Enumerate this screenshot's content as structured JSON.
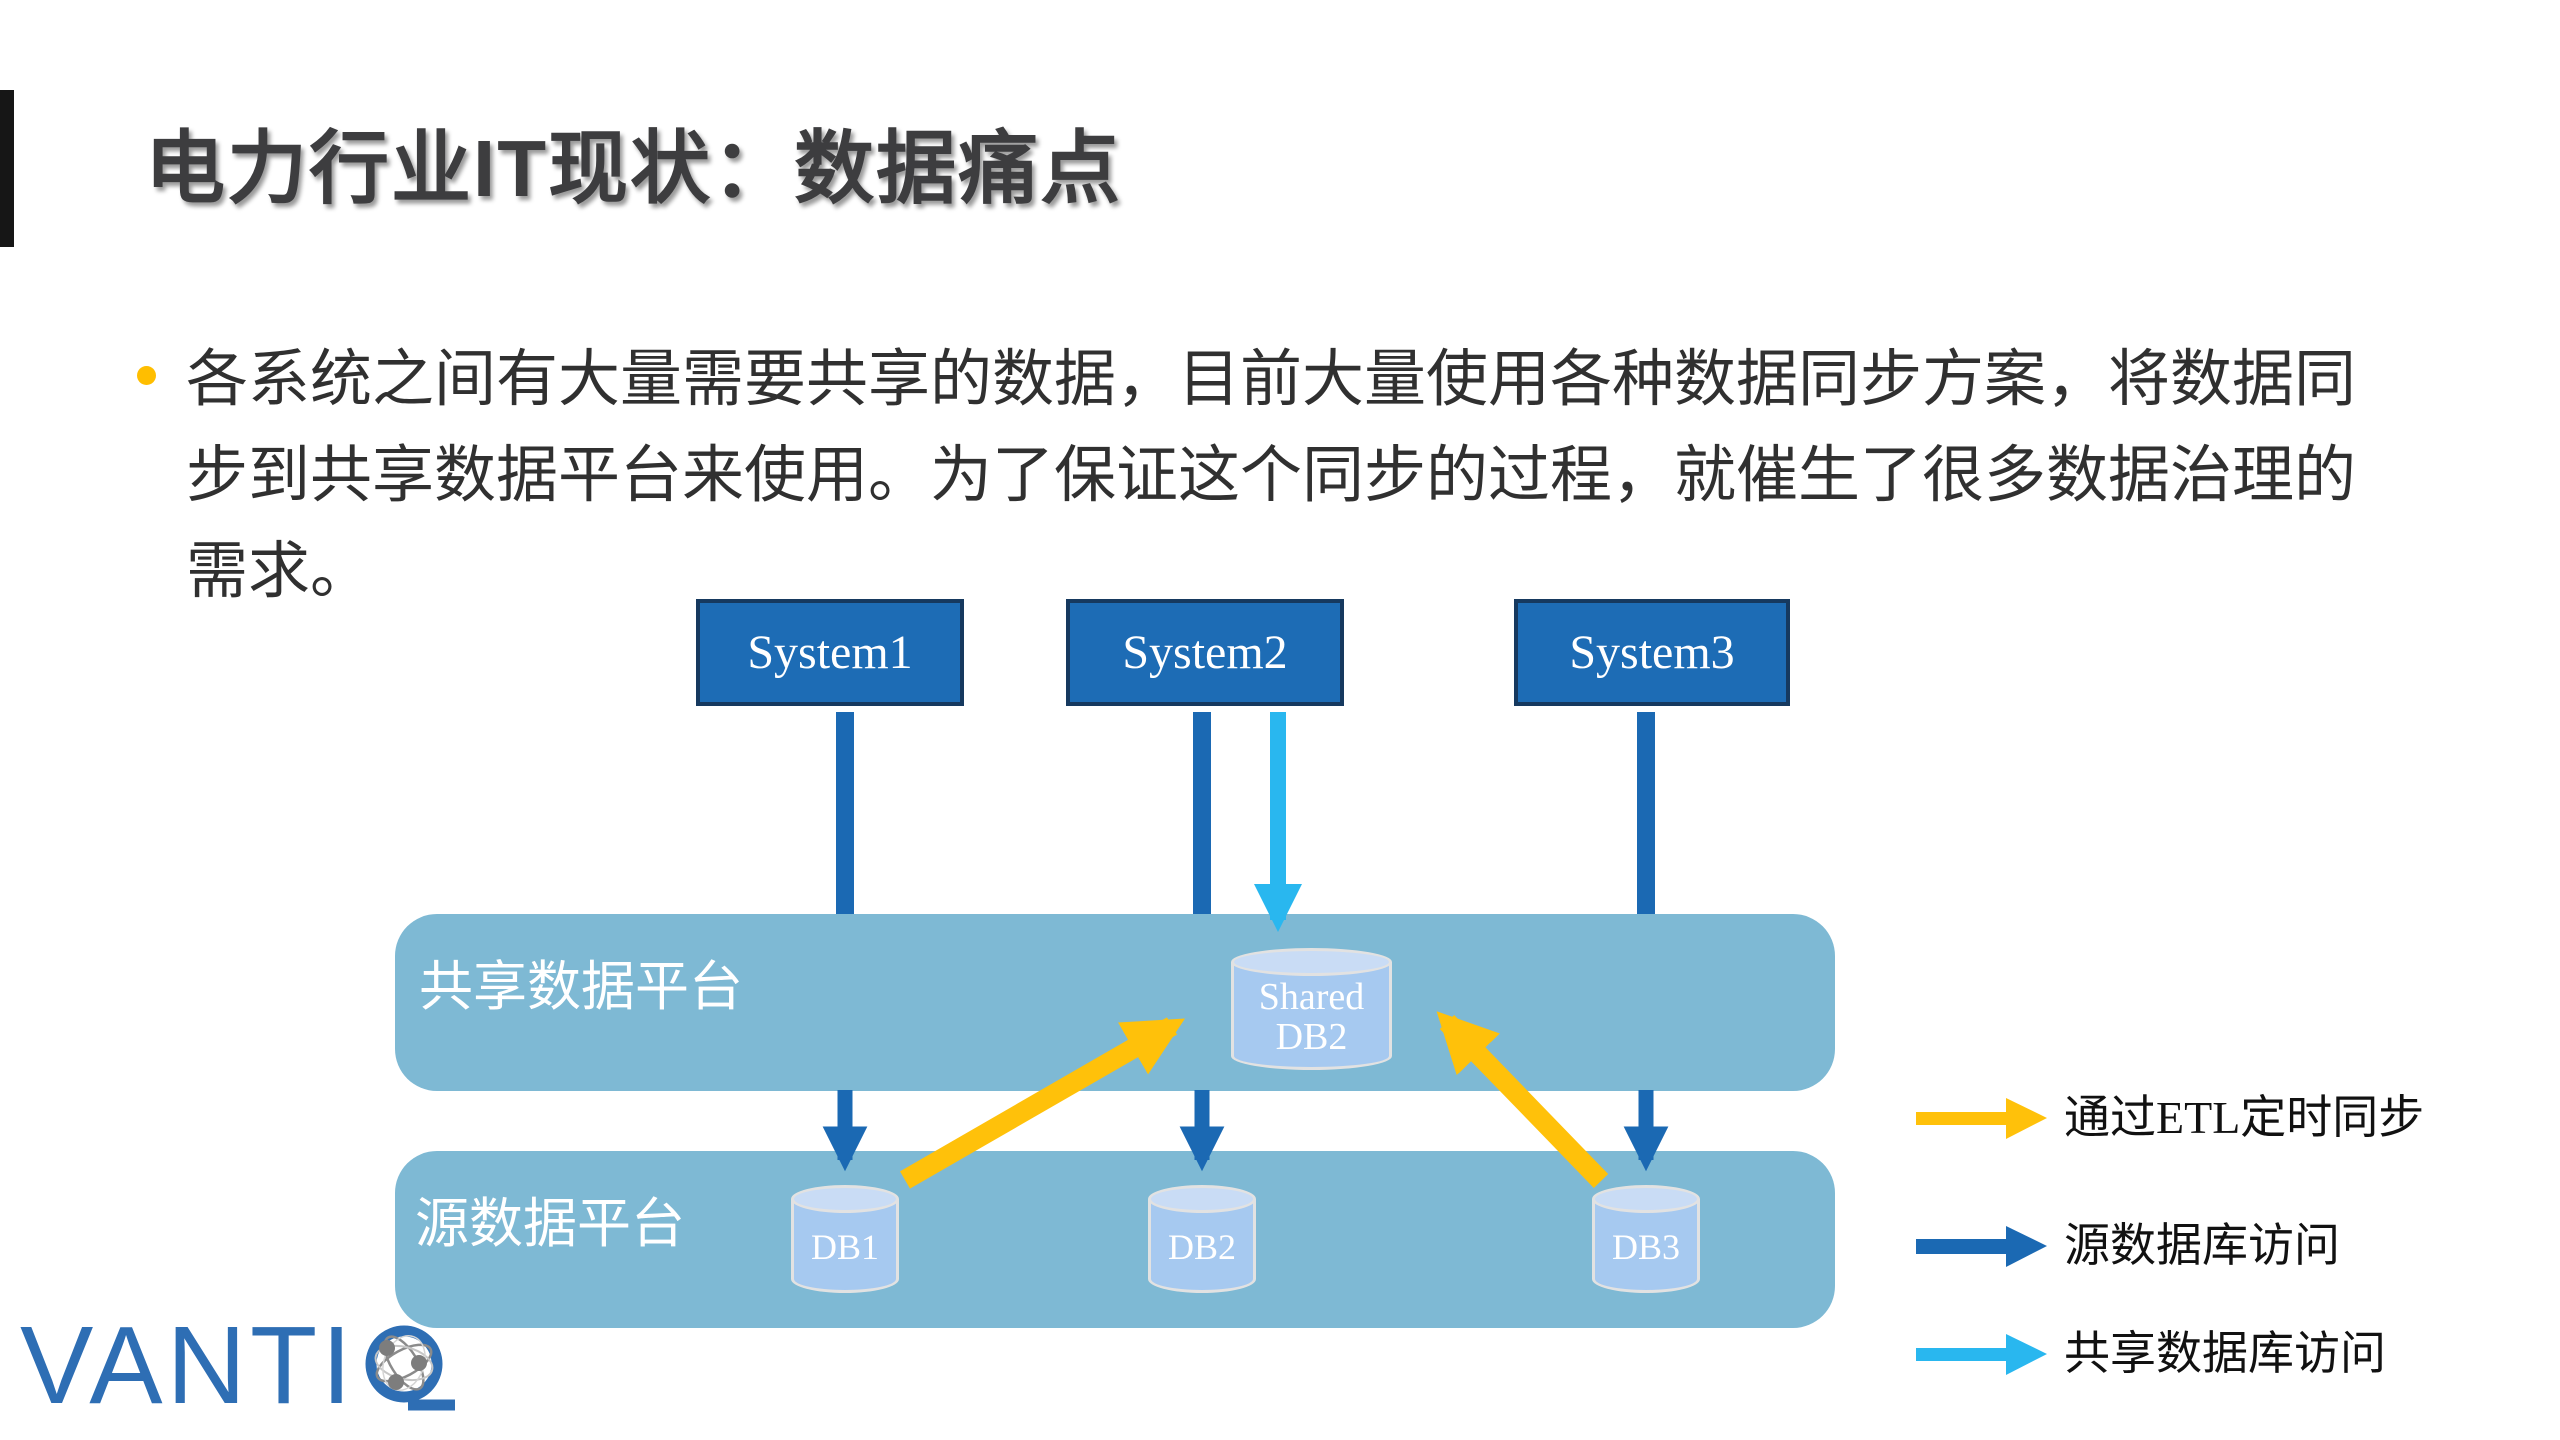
{
  "header": {
    "title": "电力行业IT现状：数据痛点"
  },
  "bullet": {
    "lines": [
      "各系统之间有大量需要共享的数据，目前大量使用各种数据同步方案，将数据同",
      "步到共享数据平台来使用。为了保证这个同步的过程，就催生了很多数据治理的",
      "需求。"
    ]
  },
  "diagram": {
    "systems": [
      {
        "label": "System1"
      },
      {
        "label": "System2"
      },
      {
        "label": "System3"
      }
    ],
    "shared_platform": {
      "label": "共享数据平台",
      "db_line1": "Shared",
      "db_line2": "DB2"
    },
    "source_platform": {
      "label": "源数据平台",
      "dbs": [
        {
          "label": "DB1"
        },
        {
          "label": "DB2"
        },
        {
          "label": "DB3"
        }
      ]
    }
  },
  "legend": {
    "items": [
      {
        "label": "通过ETL定时同步",
        "color": "#FFC10A"
      },
      {
        "label": "源数据库访问",
        "color": "#1B69B3"
      },
      {
        "label": "共享数据库访问",
        "color": "#29B7EF"
      }
    ]
  },
  "logo": {
    "text": "VANTI"
  },
  "colors": {
    "title_text": "#3D3D3F",
    "bullet_dot": "#FFBE00",
    "system_box_fill": "#1D6CB5",
    "system_box_border": "#16395F",
    "platform_fill": "#7EB9D4",
    "cylinder_fill": "#A6C9F0",
    "cylinder_top": "#C9DCF5",
    "arrow_source": "#1B69B3",
    "arrow_shared": "#29B7EF",
    "arrow_etl": "#FFC10A",
    "logo_blue": "#2E6EB4"
  }
}
